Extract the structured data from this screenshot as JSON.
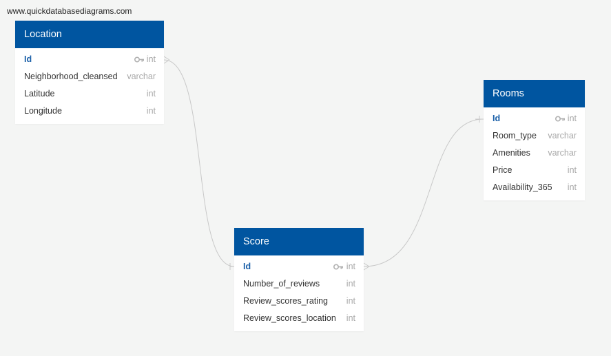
{
  "watermark": "www.quickdatabasediagrams.com",
  "colors": {
    "header": "#0055a0",
    "pk_text": "#1a5fa8",
    "type_text": "#a9a9a9",
    "connector": "#c8c8c8",
    "background": "#f4f5f4"
  },
  "tables": {
    "location": {
      "title": "Location",
      "columns": [
        {
          "name": "Id",
          "type": "int",
          "pk": true,
          "icon": "key-icon"
        },
        {
          "name": "Neighborhood_cleansed",
          "type": "varchar"
        },
        {
          "name": "Latitude",
          "type": "int"
        },
        {
          "name": "Longitude",
          "type": "int"
        }
      ]
    },
    "rooms": {
      "title": "Rooms",
      "columns": [
        {
          "name": "Id",
          "type": "int",
          "pk": true,
          "icon": "key-icon"
        },
        {
          "name": "Room_type",
          "type": "varchar"
        },
        {
          "name": "Amenities",
          "type": "varchar"
        },
        {
          "name": "Price",
          "type": "int"
        },
        {
          "name": "Availability_365",
          "type": "int"
        }
      ]
    },
    "score": {
      "title": "Score",
      "columns": [
        {
          "name": "Id",
          "type": "int",
          "pk": true,
          "icon": "key-icon"
        },
        {
          "name": "Number_of_reviews",
          "type": "int"
        },
        {
          "name": "Review_scores_rating",
          "type": "int"
        },
        {
          "name": "Review_scores_location",
          "type": "int"
        }
      ]
    }
  },
  "relationships": [
    {
      "from": "location.Id",
      "from_end": "many",
      "to": "score.Id",
      "to_end": "one"
    },
    {
      "from": "score.Id",
      "from_end": "many",
      "to": "rooms.Id",
      "to_end": "one"
    }
  ]
}
